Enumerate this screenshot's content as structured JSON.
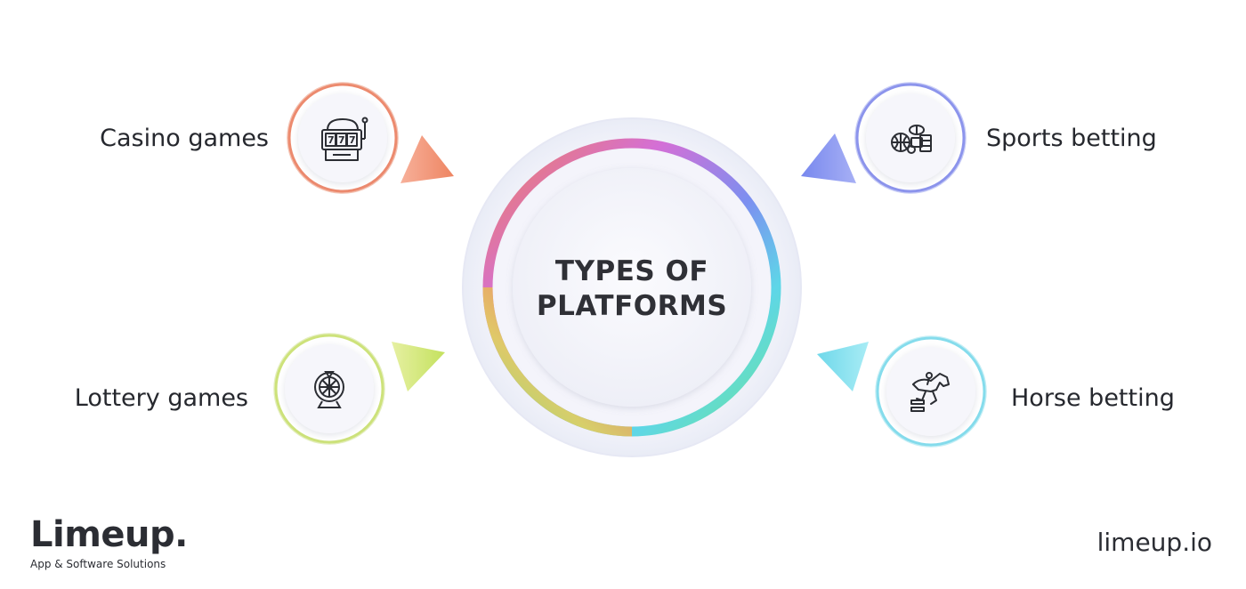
{
  "center": {
    "title_line1": "TYPES OF",
    "title_line2": "PLATFORMS"
  },
  "items": [
    {
      "label": "Casino games",
      "icon": "slot-machine-icon",
      "color": "#ec8a6e"
    },
    {
      "label": "Sports betting",
      "icon": "sports-balls-icon",
      "color": "#8c94ec"
    },
    {
      "label": "Lottery games",
      "icon": "wheel-of-fortune-icon",
      "color": "#cde27a"
    },
    {
      "label": "Horse betting",
      "icon": "horse-jumping-icon",
      "color": "#85dcec"
    }
  ],
  "brand": {
    "logo": "Limeup.",
    "tagline": "App & Software Solutions",
    "url": "limeup.io"
  }
}
